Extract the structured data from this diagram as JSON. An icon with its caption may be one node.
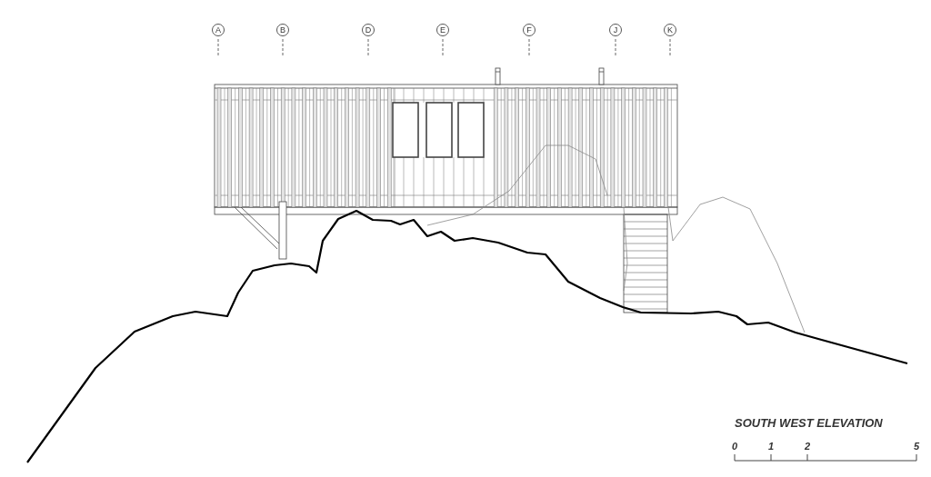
{
  "diagram": {
    "title": "SOUTH WEST ELEVATION",
    "nodes": [
      {
        "text": [
          "A"
        ]
      },
      {
        "text": [
          "B"
        ]
      },
      {
        "text": [
          "D"
        ]
      },
      {
        "text": [
          "E"
        ]
      },
      {
        "text": [
          "F"
        ]
      },
      {
        "text": [
          "J"
        ]
      },
      {
        "text": [
          "K"
        ]
      }
    ],
    "labels": [
      "0",
      "1",
      "2",
      "5"
    ]
  }
}
